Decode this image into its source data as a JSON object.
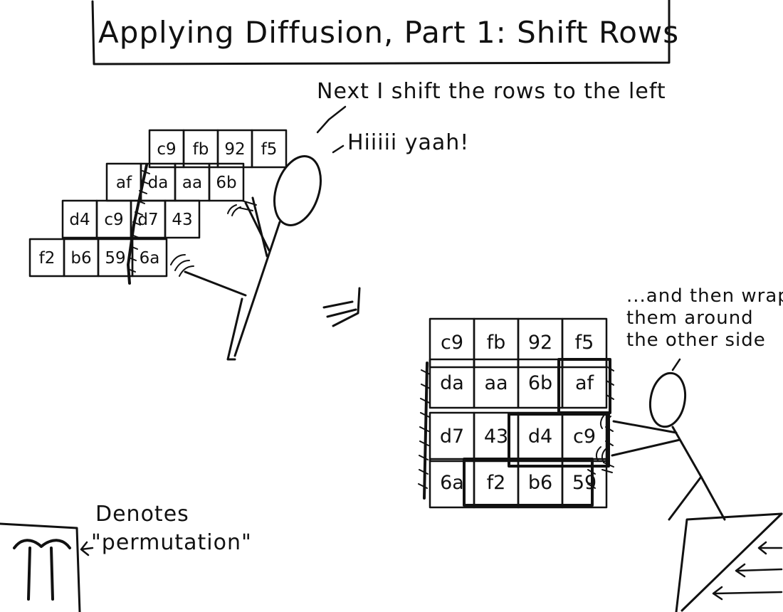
{
  "title": "Applying Diffusion, Part 1: Shift Rows",
  "speech_top": "Next I shift the rows to the left",
  "shout": "Hiiiii yaah!",
  "speech_right": [
    "...and then wrap",
    "them around",
    "the other side"
  ],
  "legend": {
    "symbol": "π",
    "label_line1": "Denotes",
    "label_line2": "\"permutation\""
  },
  "state_before": [
    [
      "c9",
      "fb",
      "92",
      "f5"
    ],
    [
      "af",
      "da",
      "aa",
      "6b"
    ],
    [
      "d4",
      "c9",
      "d7",
      "43"
    ],
    [
      "f2",
      "b6",
      "59",
      "6a"
    ]
  ],
  "state_after": [
    [
      "c9",
      "fb",
      "92",
      "f5"
    ],
    [
      "da",
      "aa",
      "6b",
      "af"
    ],
    [
      "d7",
      "43",
      "d4",
      "c9"
    ],
    [
      "6a",
      "f2",
      "b6",
      "59"
    ]
  ],
  "colors": {
    "ink": "#111111",
    "paper": "#ffffff"
  }
}
